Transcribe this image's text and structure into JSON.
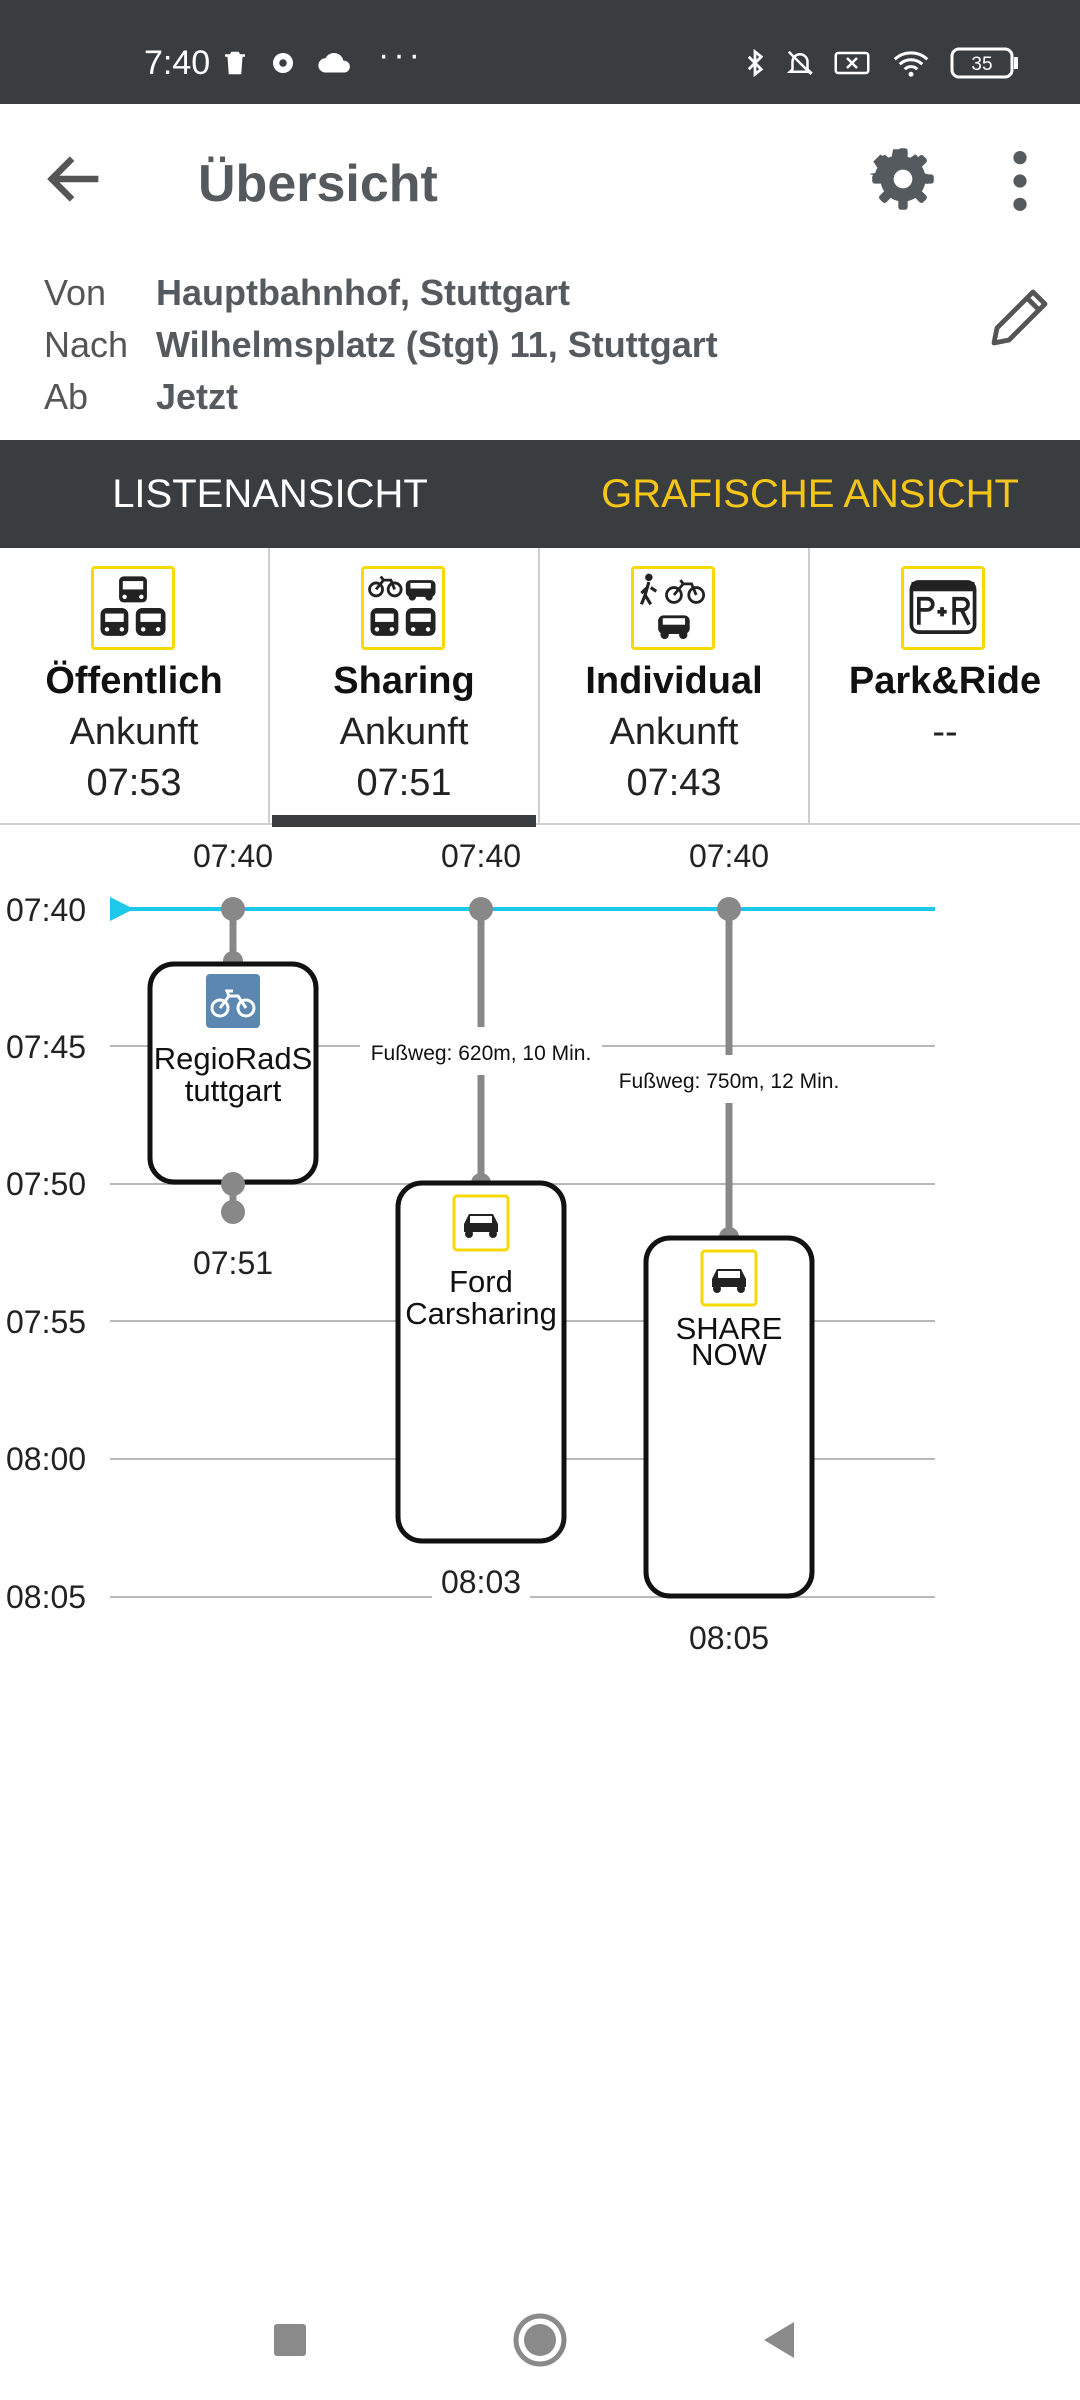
{
  "status_bar": {
    "time": "7:40",
    "dots": "···",
    "battery": "35"
  },
  "app_bar": {
    "title": "Übersicht",
    "back_icon": "arrow-left-icon",
    "settings_icon": "gear-icon",
    "more_icon": "more-vert-icon"
  },
  "route": {
    "from_label": "Von",
    "from_value": "Hauptbahnhof, Stuttgart",
    "to_label": "Nach",
    "to_value": "Wilhelmsplatz (Stgt) 11, Stuttgart",
    "depart_label": "Ab",
    "depart_value": "Jetzt",
    "edit_icon": "pencil-icon"
  },
  "tabs": {
    "list": "LISTENANSICHT",
    "graphic": "GRAFISCHE ANSICHT",
    "active": "graphic",
    "active_color": "#f5c518"
  },
  "modes": [
    {
      "name": "Öffentlich",
      "arrival_label": "Ankunft",
      "arrival": "07:53",
      "icon": "public-transport-icon"
    },
    {
      "name": "Sharing",
      "arrival_label": "Ankunft",
      "arrival": "07:51",
      "icon": "sharing-icon",
      "selected": true
    },
    {
      "name": "Individual",
      "arrival_label": "Ankunft",
      "arrival": "07:43",
      "icon": "individual-icon"
    },
    {
      "name": "Park&Ride",
      "arrival_label": "",
      "arrival": "--",
      "icon": "park-and-ride-icon"
    }
  ],
  "timeline": {
    "time_labels": [
      "07:40",
      "07:45",
      "07:50",
      "07:55",
      "08:00",
      "08:05"
    ],
    "now_line_color": "#1ec8e8",
    "columns": [
      {
        "start": "07:40",
        "walk_label": "",
        "provider": "RegioRadStuttgart",
        "provider_line1": "RegioRadS",
        "provider_line2": "tuttgart",
        "icon": "bicycle-icon",
        "end": "07:51"
      },
      {
        "start": "07:40",
        "walk_label": "Fußweg: 620m, 10 Min.",
        "provider_line1": "Ford",
        "provider_line2": "Carsharing",
        "icon": "car-icon",
        "end": "08:03"
      },
      {
        "start": "07:40",
        "walk_label": "Fußweg: 750m, 12 Min.",
        "provider_line1": "SHARE",
        "provider_line2": "NOW",
        "icon": "car-icon",
        "end": "08:05"
      }
    ]
  },
  "nav": {
    "recents_icon": "square-icon",
    "home_icon": "circle-icon",
    "back_icon": "triangle-back-icon"
  }
}
